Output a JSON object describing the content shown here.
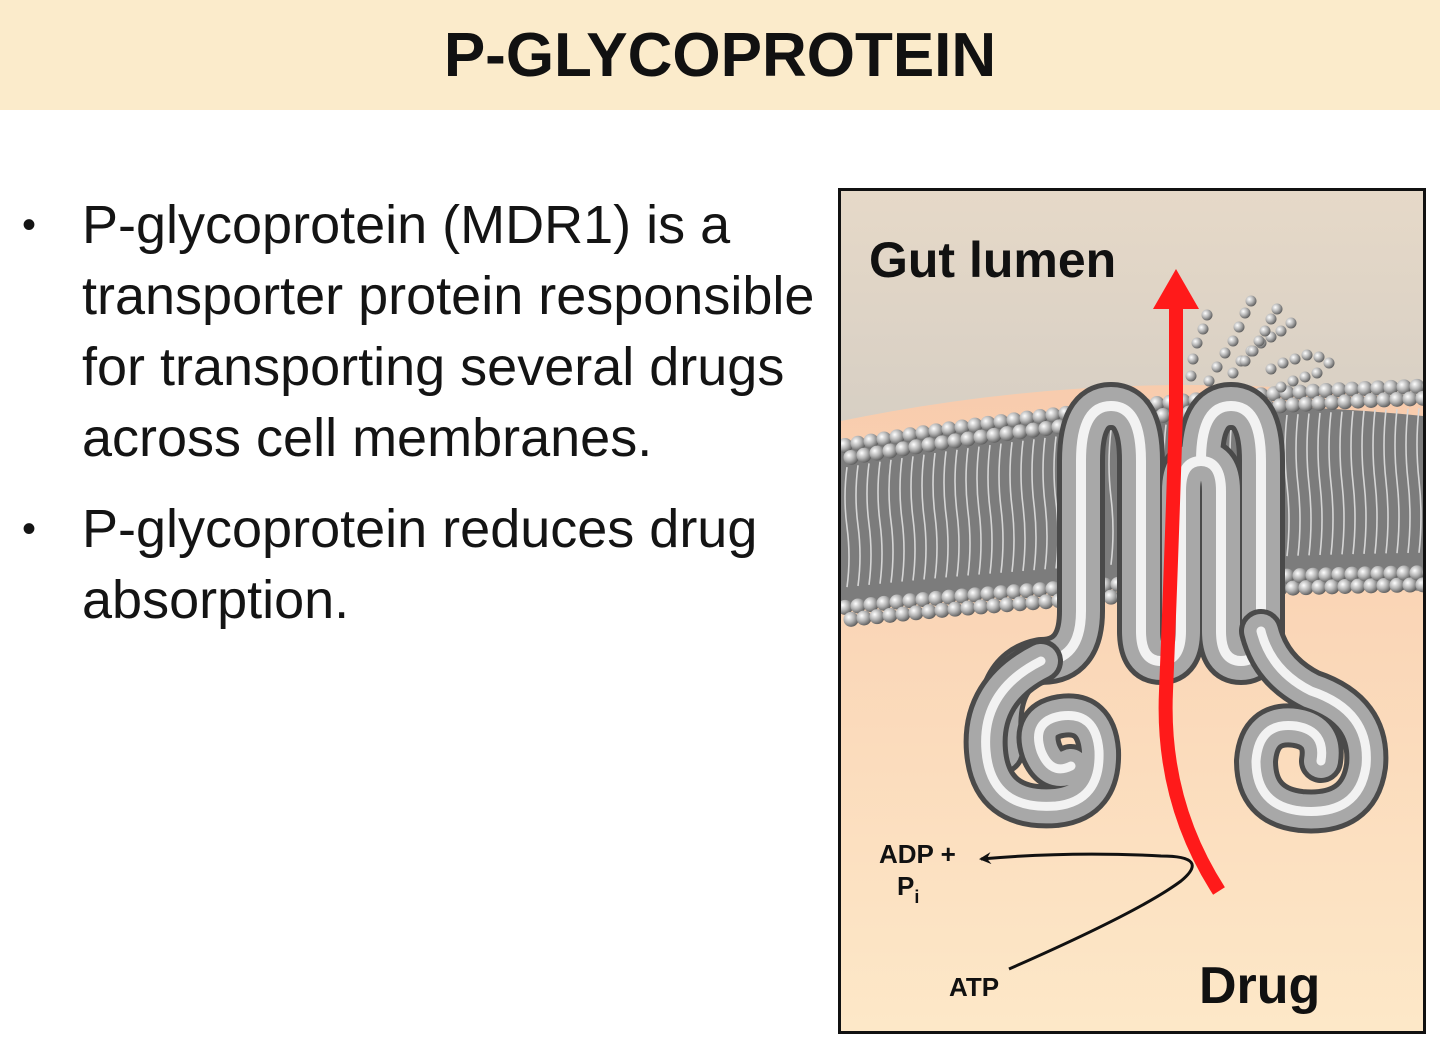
{
  "slide": {
    "title": "P-GLYCOPROTEIN",
    "bullets": [
      "P-glycoprotein (MDR1) is a transporter protein responsible for transporting several drugs across cell membranes.",
      "P-glycoprotein reduces drug absorption."
    ],
    "bullet_symbol": "•"
  },
  "figure": {
    "label_top": "Gut lumen",
    "label_bottom": "Drug",
    "label_adp": "ADP +",
    "label_pi": "P",
    "label_pi_sub": "i",
    "label_atp": "ATP",
    "colors": {
      "lumen": "#ddd3c4",
      "cytoplasm": "#f8d2b8",
      "drug_arrow": "#ff1a1a",
      "membrane_head": "#9a9a9a",
      "protein": "#8c8c8c"
    }
  }
}
